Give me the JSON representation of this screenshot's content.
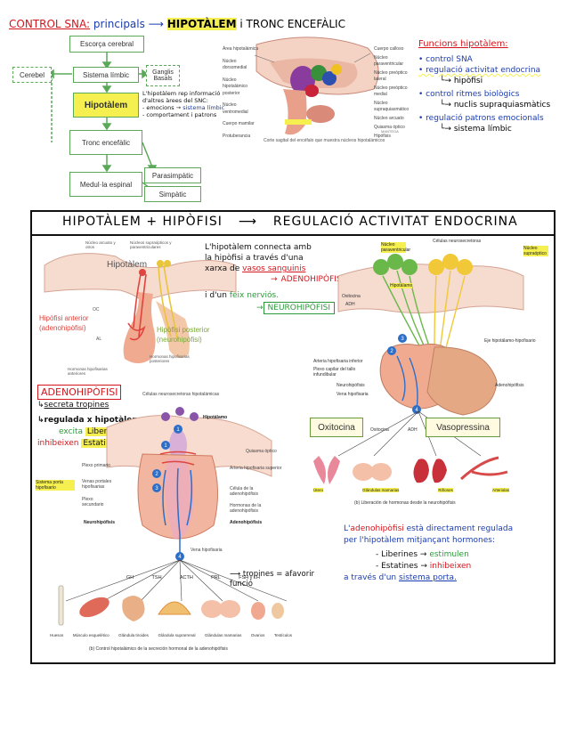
{
  "header": {
    "control_sna": "CONTROL SNA:",
    "principals": "principals",
    "hipotalem": "HIPOTÀLEM",
    "tronc": "i TRONC ENCEFÀLIC"
  },
  "flow": {
    "escorca": "Escorça cerebral",
    "limbic": "Sistema límbic",
    "ganglis": "Ganglis Basals",
    "cerebel": "Cerebel",
    "hipotalem": "Hipotàlem",
    "tronc": "Tronc encefàlic",
    "medul": "Medul·la espinal",
    "parasimpatic": "Parasimpàtic",
    "simpatic": "Simpàtic",
    "note_1": "L'hipotàlem rep informació",
    "note_2": "d'altres àrees del SNC:",
    "note_3": "- emocions",
    "note_4": "sistema límbic",
    "note_5": "- comportament i patrons"
  },
  "top_figure": {
    "caption": "Corte sagital del encéfalo que muestra núcleos hipotalámicos",
    "left_labels": [
      "Área hipotalámica",
      "Núcleo dorsomedial",
      "Núcleo hipotalámico posterior",
      "Núcleo ventromedial",
      "Cuerpo mamilar",
      "Protuberancia"
    ],
    "right_labels": [
      "Cuerpo calloso",
      "Núcleo paraventricular",
      "Núcleo preóptico lateral",
      "Núcleo preóptico medial",
      "Núcleo supraquiasmático",
      "Núcleo arcuato",
      "Quiasma óptico",
      "Hipófisis"
    ],
    "credit": "MANTEGA"
  },
  "funcions": {
    "title": "Funcions hipotàlem:",
    "item1": "• control SNA",
    "item2": "• regulació activitat endocrina",
    "item2_sub": "hipòfisi",
    "item3": "• control ritmes biològics",
    "item3_sub": "nuclis supraquiasmàtics",
    "item4": "• regulació patrons emocionals",
    "item4_sub": "sistema límbic"
  },
  "section": {
    "title_left": "HIPOTÀLEM + HIPÒFISI",
    "title_right": "REGULACIÓ ACTIVITAT ENDOCRINA"
  },
  "anat": {
    "nucleo_arcuato": "Núcleo arcuato y otros",
    "nucleo_supra": "Núcleos supraópticos y paraventriculares",
    "hipotalem": "Hipotàlem",
    "oc": "OC",
    "al": "AL",
    "hip_ant": "Hipòfisi anterior",
    "adeno": "(adenohipòfisi)",
    "hip_post": "Hipòfisi posterior",
    "neuro": "(neurohipòfisi)",
    "horm_ant": "Hormonas hipofisarias anteriores",
    "horm_post": "Hormonas hipofisarias posteriores"
  },
  "middle_text": {
    "line1": "L'hipotàlem connecta amb",
    "line2": "la hipòfisi a través d'una",
    "line3a": "xarxa de",
    "line3b": "vasos sanguinis",
    "adeno_label": "ADENOHIPÒFISI",
    "line4a": "i d'un",
    "line4b": "feix nerviós.",
    "neuro_label": "NEUROHIPÒFISI"
  },
  "adeno_notes": {
    "title": "ADENOHIPÒFISI",
    "n1": "secreta tropines",
    "n2": "regulada x hipotàlem",
    "n3": "excita",
    "n3b": "Liberines",
    "n4": "inhibeixen",
    "n4b": "Estatines"
  },
  "lower_left_fig": {
    "top": "Células neurosecretoras hipotalámicas",
    "hipotalamo": "Hipotálamo",
    "quiasma": "Quiasma óptico",
    "arteria": "Arteria hipofisaria superior",
    "plexo1": "Plexo primario",
    "venas": "Venas portales hipofisarias",
    "plexo2": "Plexo secundario",
    "sistema_porta": "Sistema porta hipofisario",
    "celula": "Célula de la adenohipófisis",
    "hormonas": "Hormonas de la adenohipófisis",
    "adeno": "Adenohipófisis",
    "neuro": "Neurohipófisis",
    "vena": "Vena hipofisaria",
    "hormones": [
      "GH",
      "TSH",
      "ACTH",
      "PRL",
      "FSH y LH"
    ],
    "tropines_note": "tropines = afavorir funció",
    "targets": [
      "Huesos",
      "Músculo esquelético",
      "Glándula tiroides",
      "Glándula suprarrenal",
      "Glándulas mamarias",
      "Ovarios",
      "Testículos"
    ],
    "caption": "(b) Control hipotalámico de la secreción hormonal de la adenohipófisis"
  },
  "lower_right_fig": {
    "celulas": "Células neurosecretoras",
    "paraventricular": "Núcleo paraventricular",
    "supraoptico": "Núcleo supraóptico",
    "hipotalamo": "Hipotálamo",
    "oxitocina_lbl": "Oxitocina",
    "adh": "ADH",
    "eje": "Eje hipotálamo-hipofisario",
    "arteria": "Arteria hipofisaria inferior",
    "plexo": "Plexo capilar del tallo infundibular",
    "neurohip": "Neurohipófisis",
    "vena": "Vena hipofisaria",
    "adenohip": "Adenohipófisis",
    "oxitocina": "Oxitocina",
    "vasopressina": "Vasopressina",
    "oxitocina_small": "Oxitocina",
    "adh_small": "ADH",
    "targets": [
      "Útero",
      "Glándulas mamarias",
      "Riñones",
      "Arteriolas"
    ],
    "caption": "(b) Liberación de hormonas desde la neurohipófisis"
  },
  "bottom_right_text": {
    "l1a": "L'",
    "l1b": "adenohipòfisi",
    "l1c": "està directament regulada",
    "l2": "per l'hipotàlem mitjançant hormones:",
    "l3a": "- Liberines",
    "l3b": "estimulen",
    "l4a": "- Estatines",
    "l4b": "inhibeixen",
    "l5a": "a través d'un",
    "l5b": "sistema porta."
  },
  "colors": {
    "red": "#d4151c",
    "blue": "#1a3cb0",
    "green": "#2c9a3a",
    "yellow": "#f5f050",
    "box_green": "#5aa858"
  }
}
